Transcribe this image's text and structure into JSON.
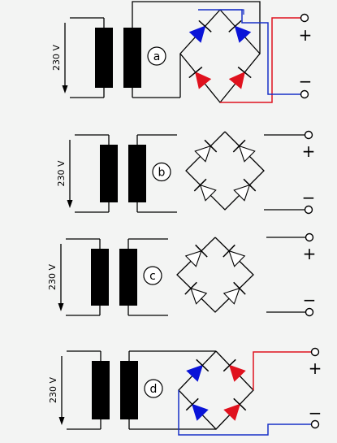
{
  "circuits": [
    {
      "label": "a",
      "voltage": "230 V",
      "plus": "+",
      "minus": "−"
    },
    {
      "label": "b",
      "voltage": "230 V",
      "plus": "+",
      "minus": "−"
    },
    {
      "label": "c",
      "voltage": "230 V",
      "plus": "+",
      "minus": "−"
    },
    {
      "label": "d",
      "voltage": "230 V",
      "plus": "+",
      "minus": "−"
    }
  ],
  "colors": {
    "background": "#f3f4f3",
    "wire": "#000000",
    "coil": "#000000",
    "diode_blue": "#0a14d8",
    "diode_red": "#e0121e",
    "wire_blue": "#1830c8",
    "wire_red": "#e0121e",
    "diode_outline": "#ffffff"
  }
}
